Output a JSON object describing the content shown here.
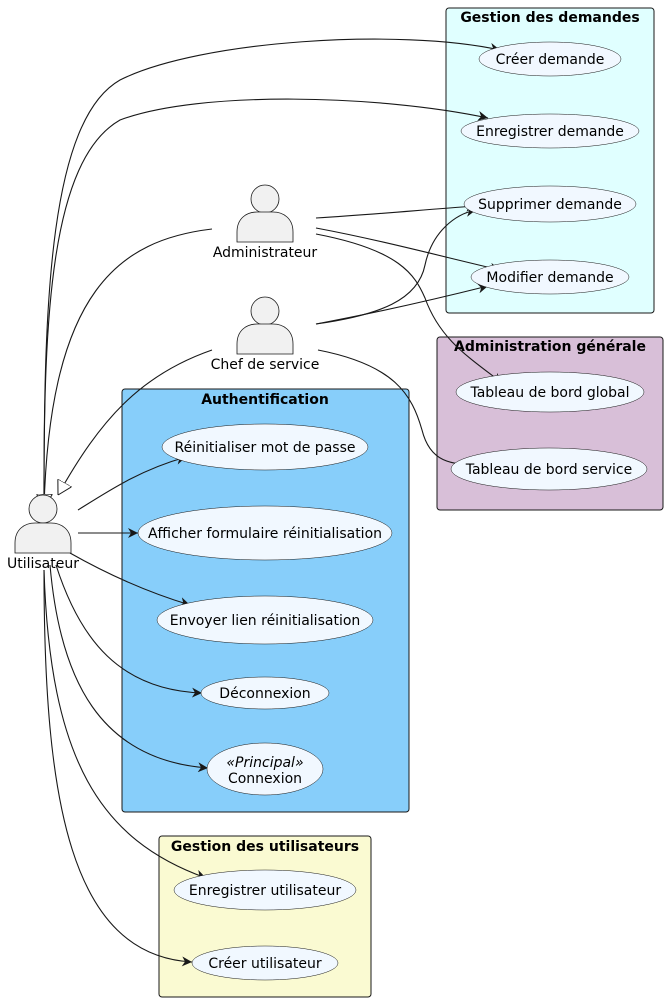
{
  "packages": [
    {
      "id": "demandes",
      "title": "Gestion des demandes",
      "fill": "#E0FFFF"
    },
    {
      "id": "admin",
      "title": "Administration générale",
      "fill": "#D8BFD8"
    },
    {
      "id": "auth",
      "title": "Authentification",
      "fill": "#87CEFA"
    },
    {
      "id": "users",
      "title": "Gestion des utilisateurs",
      "fill": "#FAFAD2"
    }
  ],
  "usecases": [
    {
      "id": "creer-demande",
      "label": "Créer demande"
    },
    {
      "id": "enregistrer-demande",
      "label": "Enregistrer demande"
    },
    {
      "id": "supprimer-demande",
      "label": "Supprimer demande"
    },
    {
      "id": "modifier-demande",
      "label": "Modifier demande"
    },
    {
      "id": "tableau-global",
      "label": "Tableau de bord global"
    },
    {
      "id": "tableau-service",
      "label": "Tableau de bord service"
    },
    {
      "id": "reinit-mdp",
      "label": "Réinitialiser mot de passe"
    },
    {
      "id": "afficher-form",
      "label": "Afficher formulaire réinitialisation"
    },
    {
      "id": "envoyer-lien",
      "label": "Envoyer lien réinitialisation"
    },
    {
      "id": "deconnexion",
      "label": "Déconnexion"
    },
    {
      "id": "connexion",
      "label": "Connexion",
      "stereotype": "«Principal»"
    },
    {
      "id": "enregistrer-utilisateur",
      "label": "Enregistrer utilisateur"
    },
    {
      "id": "creer-utilisateur",
      "label": "Créer utilisateur"
    }
  ],
  "actors": [
    {
      "id": "administrateur",
      "label": "Administrateur"
    },
    {
      "id": "chef-service",
      "label": "Chef de service"
    },
    {
      "id": "utilisateur",
      "label": "Utilisateur"
    }
  ],
  "colors": {
    "usecase_fill": "#F1F8FF",
    "actor_fill": "#F1F1F1",
    "line": "#181818"
  }
}
